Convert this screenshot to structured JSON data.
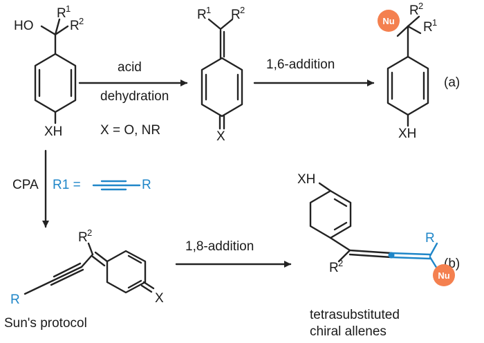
{
  "accent_color": "#1f86c8",
  "nu_color": "#f4804f",
  "labels": {
    "HO": "HO",
    "R1": "R",
    "R2": "R",
    "sup1": "1",
    "sup2": "2",
    "XH": "XH",
    "X": "X",
    "Nu": "Nu",
    "R": "R"
  },
  "reaction_a": {
    "reagent_top": "acid",
    "reagent_bottom": "dehydration",
    "condition": "X = O, NR",
    "step2": "1,6-addition",
    "tag": "(a)"
  },
  "reaction_b": {
    "catalyst": "CPA",
    "substituent": "R1 =",
    "step": "1,8-addition",
    "protocol": "Sun's protocol",
    "product_line1": "tetrasubstituted",
    "product_line2": "chiral allenes",
    "tag": "(b)"
  }
}
